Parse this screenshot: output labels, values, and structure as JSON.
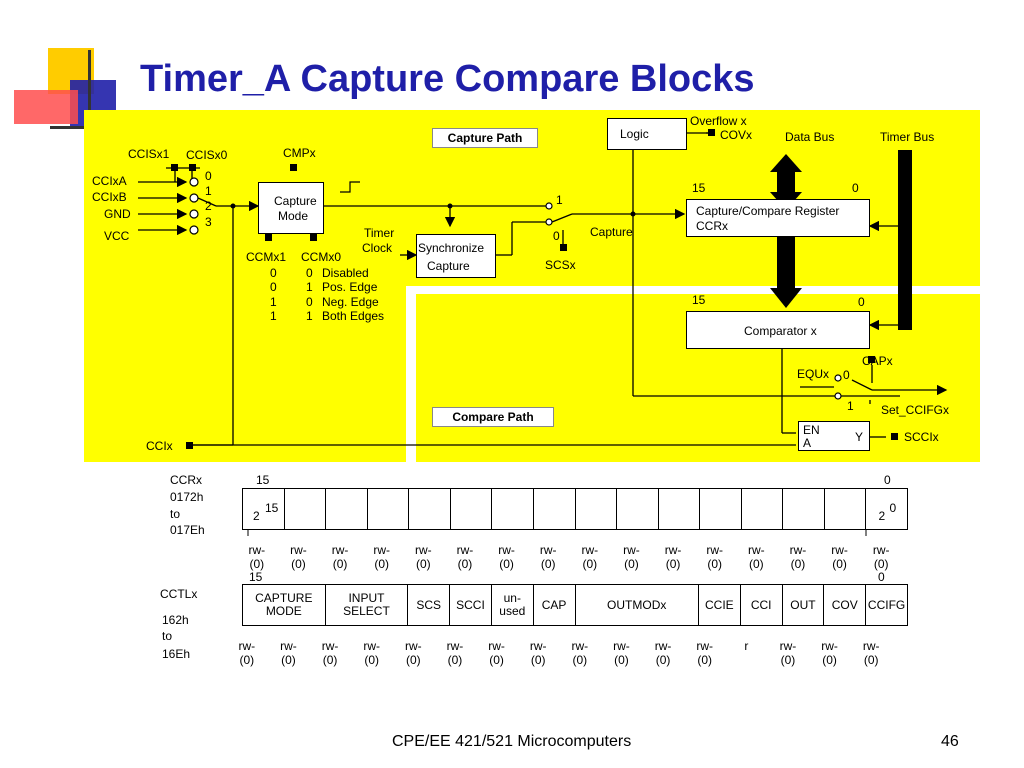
{
  "slide": {
    "title": "Timer_A Capture Compare Blocks",
    "footer": "CPE/EE 421/521 Microcomputers",
    "page_number": "46"
  },
  "diagram": {
    "capture_path_label": "Capture Path",
    "compare_path_label": "Compare Path",
    "logic": "Logic",
    "overflow": "Overflow x",
    "covx": "COVx",
    "data_bus": "Data Bus",
    "timer_bus": "Timer Bus",
    "ccis_x1": "CCISx1",
    "ccis_x0": "CCISx0",
    "cmpx": "CMPx",
    "inputs": [
      "CCIxA",
      "CCIxB",
      "GND",
      "VCC"
    ],
    "mux_indices": [
      "0",
      "1",
      "2",
      "3"
    ],
    "capture_mode_1": "Capture",
    "capture_mode_2": "Mode",
    "timer_clock_1": "Timer",
    "timer_clock_2": "Clock",
    "sync_1": "Synchronize",
    "sync_2": "Capture",
    "sw_one": "1",
    "sw_zero": "0",
    "capture": "Capture",
    "scsx": "SCSx",
    "ccm_x1": "CCMx1",
    "ccm_x0": "CCMx0",
    "modes": [
      {
        "a": "0",
        "b": "0",
        "name": "Disabled"
      },
      {
        "a": "0",
        "b": "1",
        "name": "Pos. Edge"
      },
      {
        "a": "1",
        "b": "0",
        "name": "Neg. Edge"
      },
      {
        "a": "1",
        "b": "1",
        "name": "Both Edges"
      }
    ],
    "ccr_top_15": "15",
    "ccr_top_0": "0",
    "ccr_reg_1": "Capture/Compare Register",
    "ccr_reg_2": "CCRx",
    "cmp_top_15": "15",
    "cmp_top_0": "0",
    "comparator": "Comparator x",
    "capx": "CAPx",
    "equx": "EQUx",
    "out_zero": "0",
    "out_one": "1",
    "set_ccifg": "Set_CCIFGx",
    "ena_1": "EN",
    "ena_2": "A",
    "ena_y": "Y",
    "scci": "SCCIx",
    "cci": "CCIx"
  },
  "ccr_register": {
    "name": "CCRx",
    "addr_1": "0172h",
    "addr_2": "to",
    "addr_3": "017Eh",
    "bit_hi": "15",
    "bit_lo": "0",
    "first_cell_base": "2",
    "first_cell_exp": "15",
    "last_cell_base": "2",
    "last_cell_exp": "0",
    "access": [
      "rw-\n(0)",
      "rw-\n(0)",
      "rw-\n(0)",
      "rw-\n(0)",
      "rw-\n(0)",
      "rw-\n(0)",
      "rw-\n(0)",
      "rw-\n(0)",
      "rw-\n(0)",
      "rw-\n(0)",
      "rw-\n(0)",
      "rw-\n(0)",
      "rw-\n(0)",
      "rw-\n(0)",
      "rw-\n(0)",
      "rw-\n(0)"
    ]
  },
  "cctl_register": {
    "name": "CCTLx",
    "addr_1": "162h",
    "addr_2": "to",
    "addr_3": "16Eh",
    "bit_hi": "15",
    "bit_lo": "0",
    "fields": [
      {
        "label": "CAPTURE\nMODE",
        "span": 2
      },
      {
        "label": "INPUT\nSELECT",
        "span": 2
      },
      {
        "label": "SCS",
        "span": 1
      },
      {
        "label": "SCCI",
        "span": 1
      },
      {
        "label": "un-\nused",
        "span": 1
      },
      {
        "label": "CAP",
        "span": 1
      },
      {
        "label": "OUTMODx",
        "span": 3
      },
      {
        "label": "CCIE",
        "span": 1
      },
      {
        "label": "CCI",
        "span": 1
      },
      {
        "label": "OUT",
        "span": 1
      },
      {
        "label": "COV",
        "span": 1
      },
      {
        "label": "CCIFG",
        "span": 1
      }
    ],
    "access": [
      "rw-\n(0)",
      "rw-\n(0)",
      "rw-\n(0)",
      "rw-\n(0)",
      "rw-\n(0)",
      "rw-\n(0)",
      "rw-\n(0)",
      "rw-\n(0)",
      "rw-\n(0)",
      "rw-\n(0)",
      "rw-\n(0)",
      "rw-\n(0)",
      "r",
      "rw-\n(0)",
      "rw-\n(0)",
      "rw-\n(0)"
    ]
  }
}
